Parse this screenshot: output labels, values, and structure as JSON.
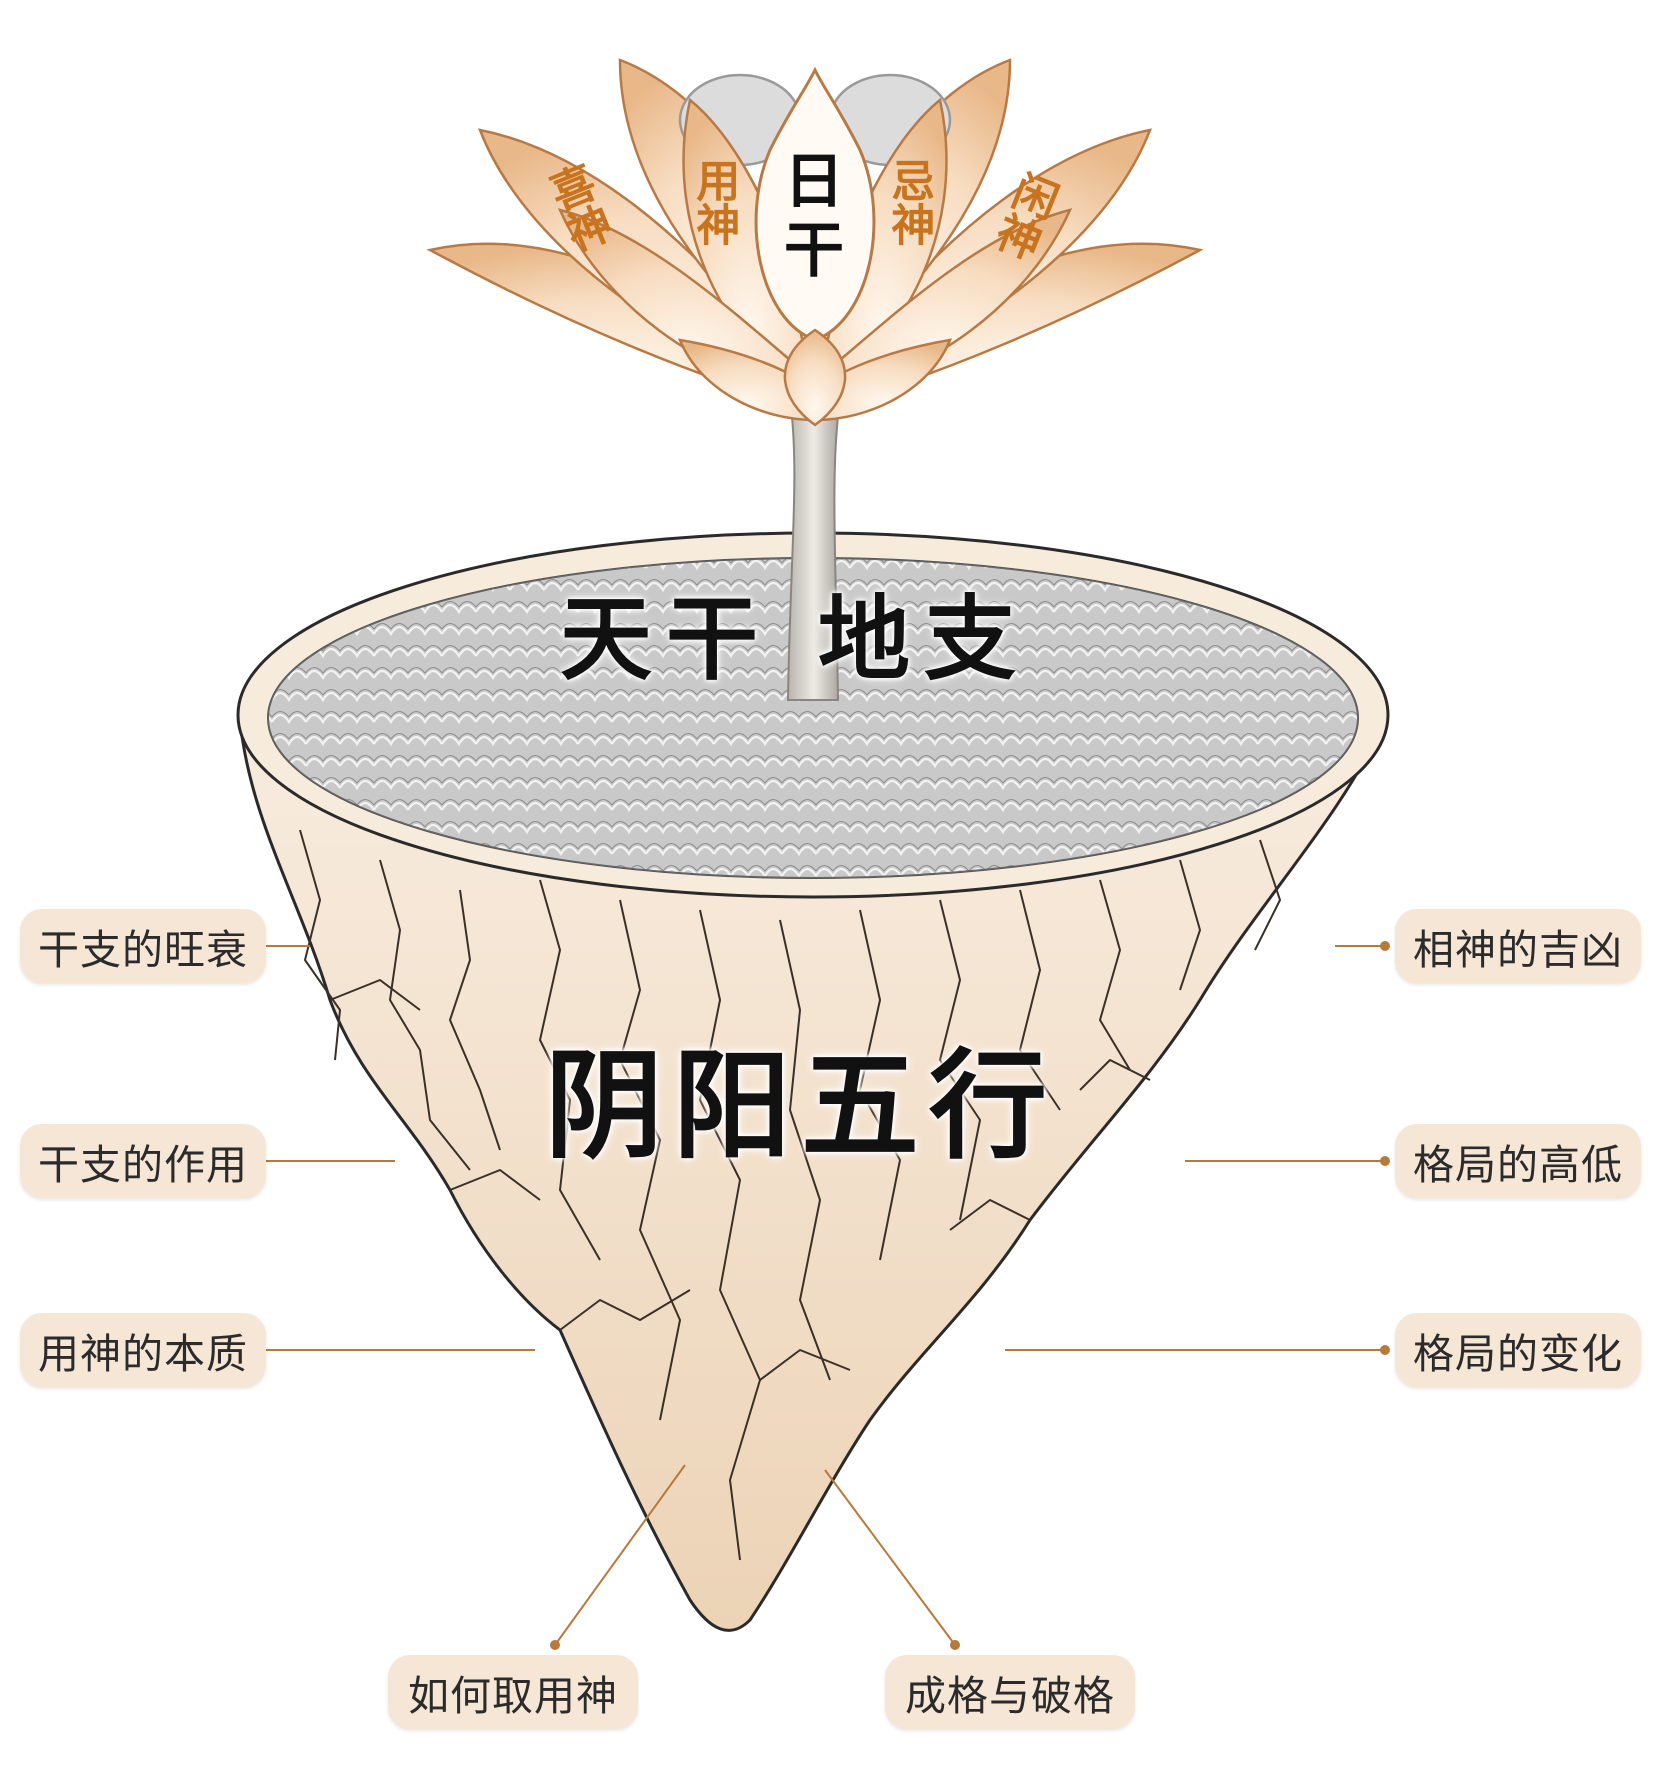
{
  "center_petal": [
    "日",
    "干"
  ],
  "petal_labels": {
    "xi_shen": "喜神",
    "yong_shen": "用神",
    "ji_shen": "忌神",
    "xian_shen": "闲神"
  },
  "top_title": "天干 地支",
  "body_title": "阴阳五行",
  "left_labels": [
    "干支的旺衰",
    "干支的作用",
    "用神的本质"
  ],
  "right_labels": [
    "相神的吉凶",
    "格局的高低",
    "格局的变化"
  ],
  "bottom_labels": [
    "如何取用神",
    "成格与破格"
  ],
  "colors": {
    "label_orange": "#c8741f",
    "pill_bg": "#f6e6d6",
    "petal_fill": "#fbe8d2",
    "leader_line": "#b8793a"
  }
}
